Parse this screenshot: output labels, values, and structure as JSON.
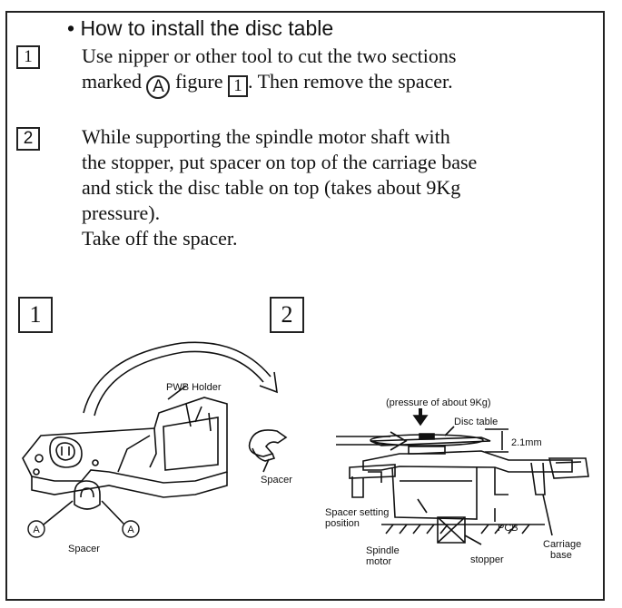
{
  "heading": "• How to install the disc table",
  "step1": {
    "number": "1",
    "line1": "Use nipper or other tool to cut the two sections",
    "line2_pre": "marked",
    "marker": "A",
    "line2_mid": "figure",
    "figure_ref": "1",
    "line2_post": ". Then remove the spacer."
  },
  "step2": {
    "number": "2",
    "lines": [
      "While supporting the spindle motor shaft with",
      "the stopper, put spacer on top of the carriage base",
      "and stick the disc table on top (takes about 9Kg",
      "pressure).",
      "Take off the spacer."
    ]
  },
  "figure1": {
    "number": "1",
    "labels": {
      "holder": "PWB Holder",
      "spacer_removed": "Spacer",
      "spacer_bottom": "Spacer",
      "cut_a_left": "A",
      "cut_a_right": "A"
    }
  },
  "figure2": {
    "number": "2",
    "labels": {
      "pressure": "(pressure of about 9Kg)",
      "disc_table": "Disc table",
      "gap": "2.1mm",
      "spacer_setting_1": "Spacer setting",
      "spacer_setting_2": "position",
      "pcb": "PCB",
      "spindle_1": "Spindle",
      "spindle_2": "motor",
      "stopper": "stopper",
      "carriage_1": "Carriage",
      "carriage_2": "base"
    }
  }
}
